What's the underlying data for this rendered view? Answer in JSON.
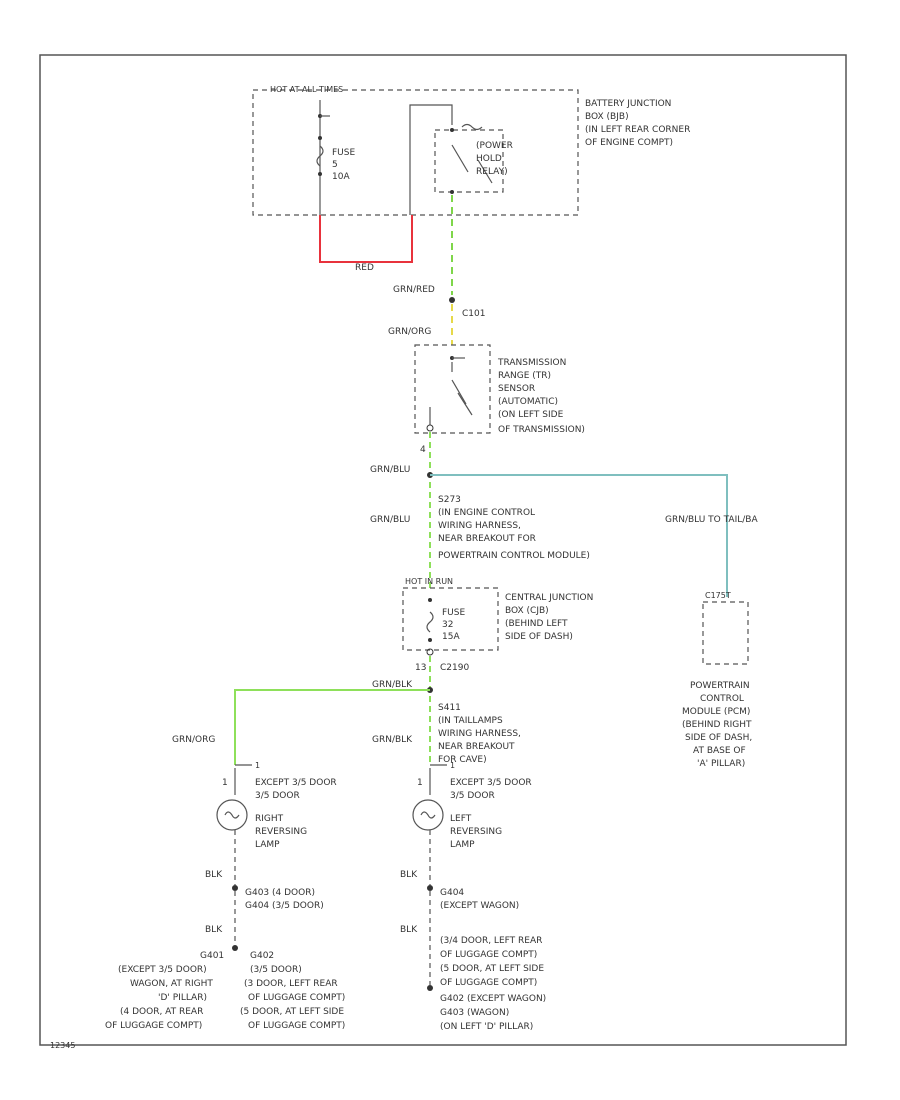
{
  "colors": {
    "red": "#e8323c",
    "green_dash": "#7fd64a",
    "yellow_dash": "#e6d94a",
    "green": "#8ee05a",
    "blue": "#7fbfbf",
    "line": "#555555",
    "border": "#555555"
  },
  "batt_jb": {
    "title": "HOT AT ALL TIMES",
    "desc": [
      "BATTERY JUNCTION",
      "BOX (BJB)",
      "(IN LEFT REAR CORNER",
      "OF ENGINE COMPT)"
    ],
    "fuse_lines": [
      "FUSE",
      "5",
      "10A"
    ],
    "relay_lines": [
      "(POWER",
      "HOLD",
      "RELAY)"
    ],
    "red_label": "RED"
  },
  "wire_top": {
    "label1": "GRN/RED",
    "connector": "C101",
    "label2": "GRN/ORG"
  },
  "trans_sensor": {
    "lines": [
      "TRANSMISSION",
      "RANGE (TR)",
      "SENSOR",
      "(AUTOMATIC)",
      "(ON LEFT SIDE",
      "OF TRANSMISSION)"
    ],
    "pin": "4"
  },
  "splice_s273": {
    "left_label": "GRN/BLU",
    "left_label2": "GRN/BLU",
    "lines": [
      "S273",
      "(IN ENGINE CONTROL",
      "WIRING HARNESS,",
      "NEAR BREAKOUT FOR",
      "POWERTRAIN CONTROL MODULE)"
    ],
    "branch_label": "GRN/BLU TO TAIL/BA"
  },
  "central_jb": {
    "top_label": "HOT IN RUN",
    "lines": [
      "CENTRAL JUNCTION",
      "BOX (CJB)",
      "(BEHIND LEFT",
      "SIDE OF DASH)"
    ],
    "fuse_lines": [
      "FUSE",
      "32",
      "15A"
    ],
    "pin_left": "13",
    "connector": "C2190"
  },
  "pcm": {
    "connector": "C175T",
    "lines": [
      "POWERTRAIN",
      "CONTROL",
      "MODULE (PCM)",
      "(BEHIND RIGHT",
      "SIDE OF DASH,",
      "AT BASE OF",
      "'A' PILLAR)"
    ]
  },
  "splice_s411": {
    "label_top": "GRN/BLK",
    "label_left": "GRN/BLK",
    "lines": [
      "S411",
      "(IN TAILLAMPS",
      "WIRING HARNESS,",
      "NEAR BREAKOUT",
      "FOR CAVE)"
    ]
  },
  "right_lamp": {
    "wire_label": "GRN/ORG",
    "pin_top": "1",
    "variant": [
      "EXCEPT 3/5 DOOR",
      "3/5 DOOR"
    ],
    "lines": [
      "RIGHT",
      "REVERSING",
      "LAMP"
    ],
    "ground_wire": "BLK",
    "ground_list": [
      "G403    (4 DOOR)",
      "G404    (3/5 DOOR)"
    ],
    "ground_wire2": "BLK",
    "g_left": [
      "G401",
      "(EXCEPT 3/5 DOOR)",
      "WAGON, AT RIGHT",
      "'D' PILLAR)",
      "(4 DOOR, AT REAR",
      "OF LUGGAGE COMPT)"
    ],
    "g_right": [
      "G402",
      "(3/5 DOOR)",
      "(3 DOOR, LEFT REAR",
      "OF LUGGAGE COMPT)",
      "(5 DOOR, AT LEFT SIDE",
      "OF LUGGAGE COMPT)"
    ]
  },
  "left_lamp": {
    "wire_label": "GRN/BLK",
    "pin_top": "1",
    "variant": [
      "EXCEPT 3/5 DOOR",
      "3/5 DOOR"
    ],
    "lines": [
      "LEFT",
      "REVERSING",
      "LAMP"
    ],
    "ground_wire": "BLK",
    "ground_list": [
      "G404",
      "(EXCEPT WAGON)"
    ],
    "ground_wire2": "BLK",
    "g_notes": [
      "(3/4 DOOR, LEFT REAR",
      "OF LUGGAGE COMPT)",
      "(5 DOOR, AT LEFT SIDE",
      "OF LUGGAGE COMPT)",
      "G402   (EXCEPT WAGON)",
      "G403   (WAGON)",
      "(ON LEFT 'D' PILLAR)"
    ]
  },
  "footer_id": "12345"
}
